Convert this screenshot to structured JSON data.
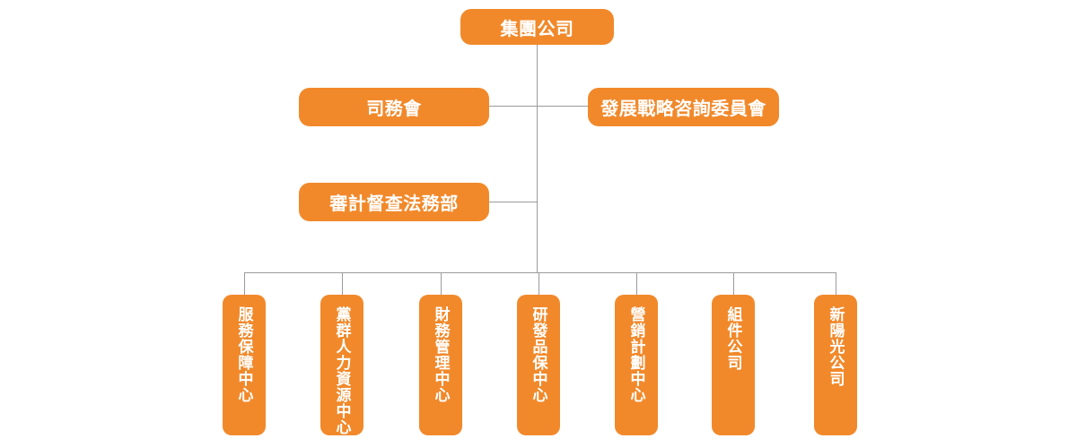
{
  "org_chart": {
    "type": "organization-chart",
    "root": {
      "label": "集團公司"
    },
    "level2": [
      {
        "label": "司務會"
      },
      {
        "label": "發展戰略咨詢委員會"
      }
    ],
    "level3": [
      {
        "label": "審計督查法務部"
      }
    ],
    "level4": [
      {
        "label": "服務保障中心"
      },
      {
        "label": "黨群人力資源中心"
      },
      {
        "label": "財務管理中心"
      },
      {
        "label": "研發品保中心"
      },
      {
        "label": "營銷計劃中心"
      },
      {
        "label": "組件公司"
      },
      {
        "label": "新陽光公司"
      }
    ]
  },
  "colors": {
    "node_fill": "#F1892B",
    "node_text": "#FFFFFF",
    "node_shadow": "#E9E9E7",
    "connector": "#9B9B9B",
    "background": "#FFFFFF"
  }
}
